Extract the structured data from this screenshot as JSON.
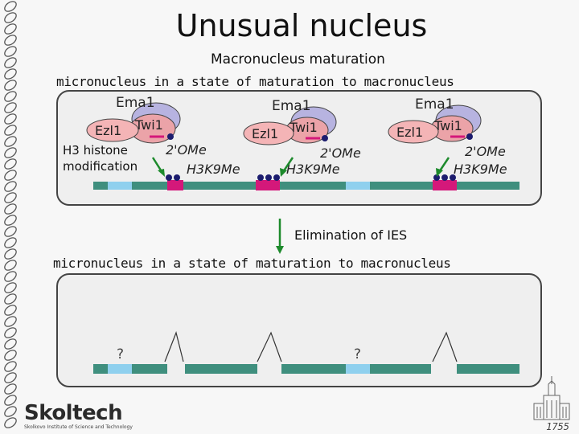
{
  "slide": {
    "title": "Unusual nucleus",
    "subtitle": "Macronucleus maturation",
    "top_caption": "micronucleus in a state of maturation to macronucleus",
    "bottom_caption": "micronucleus in a state of maturation to macronucleus",
    "arrow_label": "Elimination of IES",
    "page_number": "1755"
  },
  "top_panel": {
    "protein_ema": "Ema1",
    "protein_ezl": "Ezl1",
    "protein_twi": "Twi1",
    "mark_ome": "2'OMe",
    "mark_h3k9": "H3K9Me",
    "histone_label_line1": "H3 histone",
    "histone_label_line2": "modification"
  },
  "bottom_panel": {
    "question_mark": "?"
  },
  "logo": {
    "name": "Skoltech",
    "tagline": "Skolkovo Institute of Science and Technology"
  },
  "colors": {
    "dna": "#3f8f7e",
    "ies_blue": "#8fd0ee",
    "target_magenta": "#d4187a",
    "ema_purple": "#b7b3e0",
    "twi_pink": "#eba3a8",
    "ezl_pink": "#f4b4b6",
    "dot_navy": "#1c1c6e",
    "arrow_green": "#1d8a2c"
  }
}
